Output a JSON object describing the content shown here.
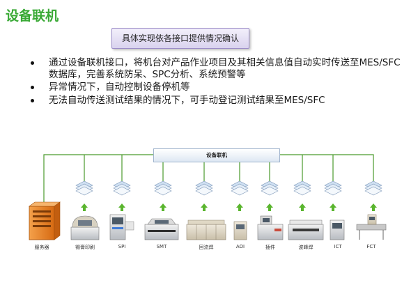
{
  "title": "设备联机",
  "note": "具体实现依各接口提供情况确认",
  "bullets": [
    "通过设备联机接口，将机台对产品作业项目及其相关信息值自动实时传送至MES/SFC数据库，完善系统防呆、SPC分析、系统预警等",
    "异常情况下，自动控制设备停机等",
    "无法自动传送测试结果的情况下，可手动登记测试结果至MES/SFC"
  ],
  "network": {
    "label": "设备联机",
    "line_color": "#4a9a2c",
    "arrow_color": "#5ab52e"
  },
  "equipment": [
    {
      "label": "服务器",
      "icon": "server-icon"
    },
    {
      "label": "锡膏印刷",
      "icon": "solder-printer-icon"
    },
    {
      "label": "SPI",
      "icon": "spi-machine-icon"
    },
    {
      "label": "SMT",
      "icon": "smt-machine-icon"
    },
    {
      "label": "回流焊",
      "icon": "reflow-oven-icon"
    },
    {
      "label": "AOI",
      "icon": "aoi-machine-icon"
    },
    {
      "label": "插件",
      "icon": "insertion-machine-icon"
    },
    {
      "label": "波峰焊",
      "icon": "wave-solder-icon"
    },
    {
      "label": "ICT",
      "icon": "ict-machine-icon"
    },
    {
      "label": "FCT",
      "icon": "fct-machine-icon"
    }
  ]
}
